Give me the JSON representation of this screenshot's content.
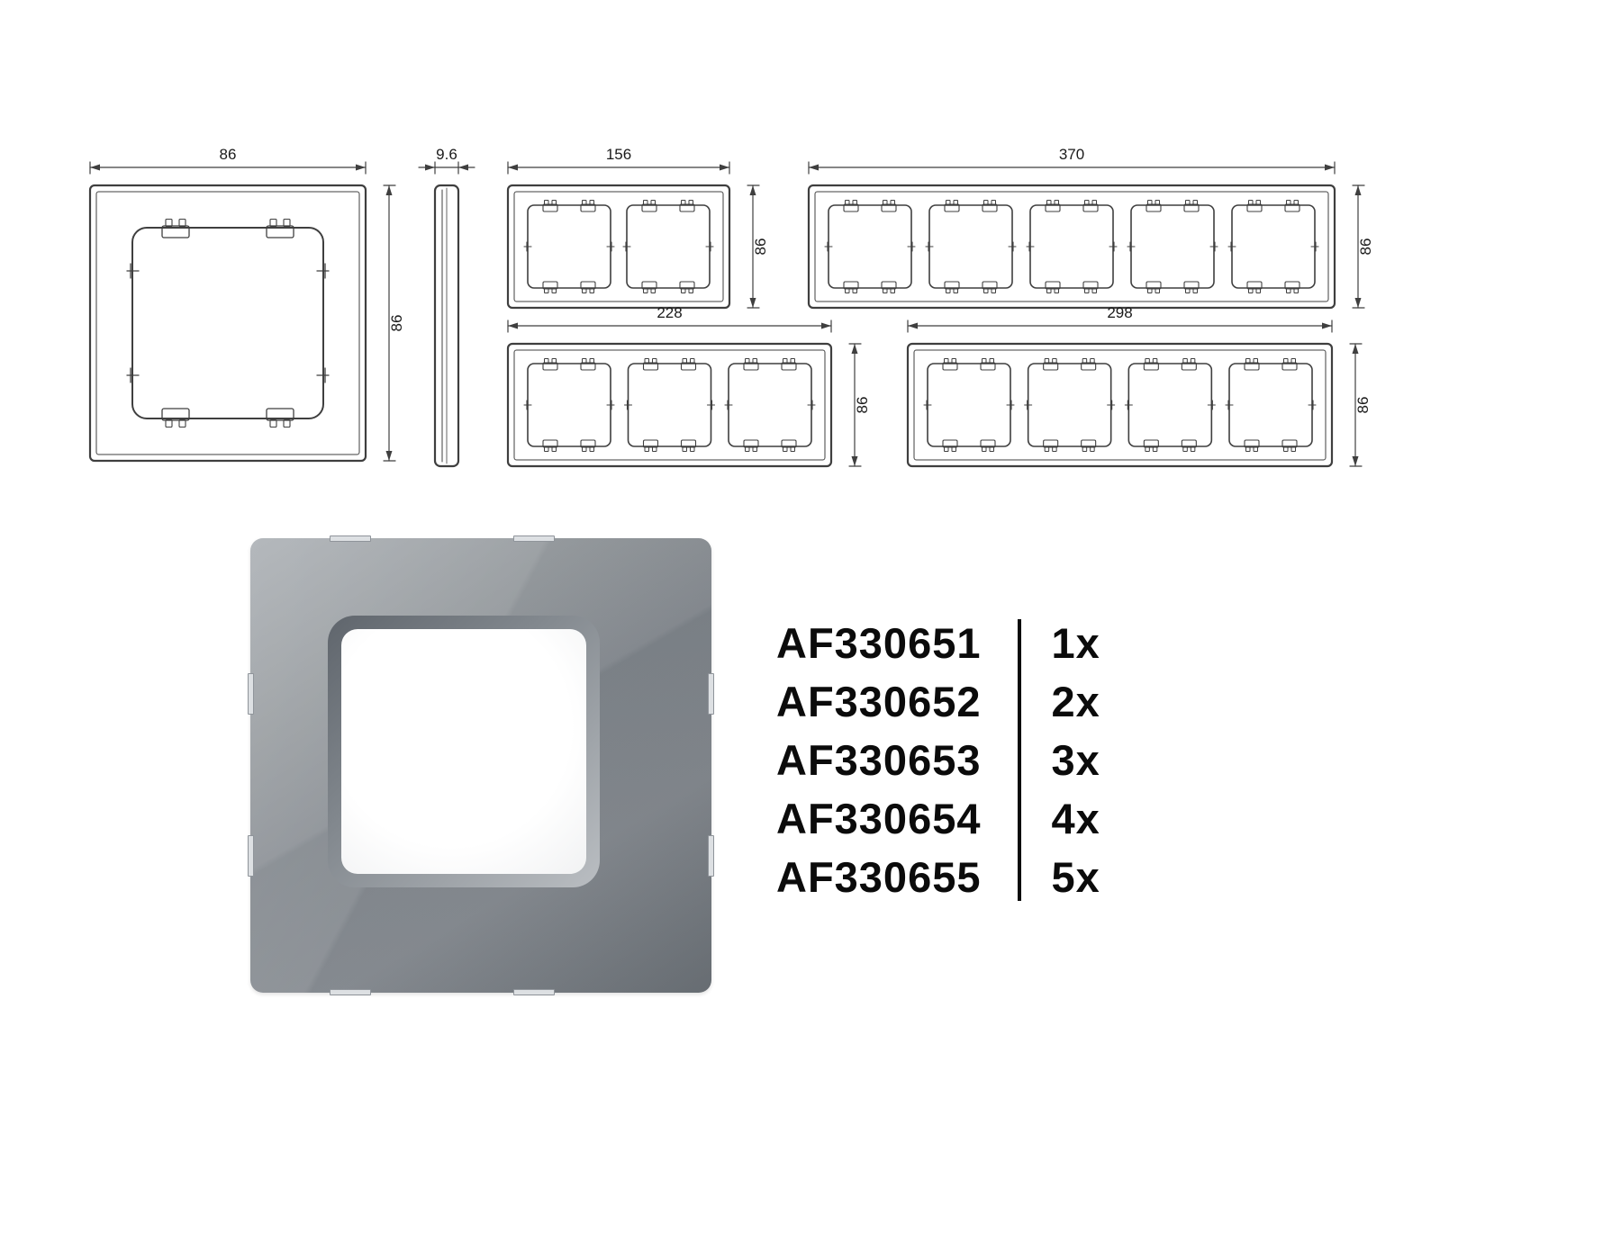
{
  "page": {
    "background": "#ffffff"
  },
  "diagram": {
    "line_color": "#3f3f3f",
    "dim_text_color": "#1a1a1a",
    "views": [
      {
        "id": "front-1gang",
        "type": "front",
        "gangs": 1,
        "dim_top": "86",
        "dim_side": "86"
      },
      {
        "id": "side-profile",
        "type": "side",
        "dim_top": "9.6"
      },
      {
        "id": "front-2gang",
        "type": "front",
        "gangs": 2,
        "dim_top": "156",
        "dim_side": "86"
      },
      {
        "id": "front-5gang",
        "type": "front",
        "gangs": 5,
        "dim_top": "370",
        "dim_side": "86"
      },
      {
        "id": "front-3gang",
        "type": "front",
        "gangs": 3,
        "dim_top": "228",
        "dim_side": "86"
      },
      {
        "id": "front-4gang",
        "type": "front",
        "gangs": 4,
        "dim_top": "298",
        "dim_side": "86"
      }
    ]
  },
  "product_render": {
    "frame_color": "#82888e",
    "opening_color": "#ffffff"
  },
  "product_table": {
    "rows": [
      {
        "code": "AF330651",
        "qty": "1x"
      },
      {
        "code": "AF330652",
        "qty": "2x"
      },
      {
        "code": "AF330653",
        "qty": "3x"
      },
      {
        "code": "AF330654",
        "qty": "4x"
      },
      {
        "code": "AF330655",
        "qty": "5x"
      }
    ]
  }
}
